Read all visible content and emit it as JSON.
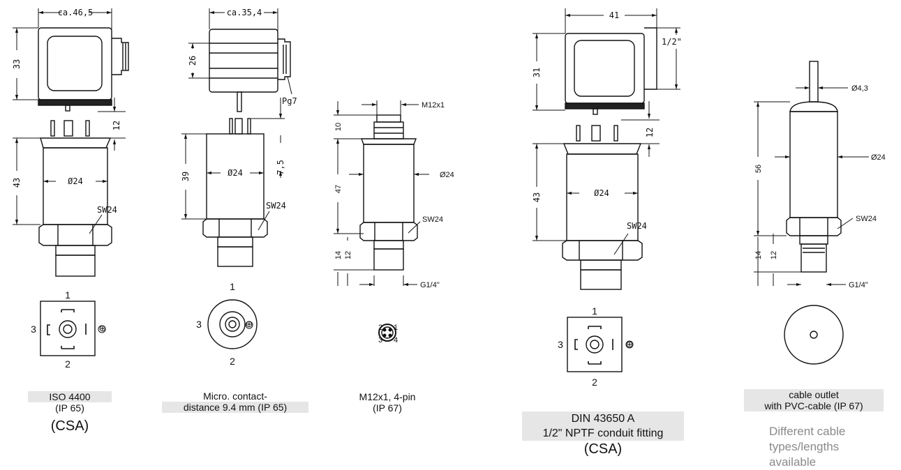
{
  "drawing1": {
    "dim_width": "ca.46,5",
    "dim_height_head": "33",
    "dim_gap": "12",
    "dim_body": "43",
    "diameter": "Ø24",
    "hex": "SW24",
    "pins": [
      "1",
      "2",
      "3",
      "⊕"
    ],
    "caption_line1": "ISO 4400",
    "caption_line2": "(IP 65)",
    "caption_line3": "(CSA)"
  },
  "drawing2": {
    "dim_width": "ca.35,4",
    "dim_height_head": "26",
    "gland": "Pg7",
    "dim_body": "39",
    "dim_gap": "7,5",
    "diameter": "Ø24",
    "hex": "SW24",
    "pins": [
      "1",
      "2",
      "3",
      "⊕"
    ],
    "caption_line1": "Micro. contact-",
    "caption_line2": "distance 9.4 mm (IP 65)"
  },
  "drawing3": {
    "thread_top": "M12x1",
    "dim_top": "10",
    "dim_body": "47",
    "diameter": "Ø24",
    "hex": "SW24",
    "dim_14": "14",
    "dim_12": "12",
    "thread_bottom": "G1/4\"",
    "pins": [
      "1",
      "2",
      "3",
      "4"
    ],
    "caption_line1": "M12x1, 4-pin",
    "caption_line2": "(IP 67)"
  },
  "drawing4": {
    "dim_width": "41",
    "dim_height_head": "31",
    "conduit": "1/2\"",
    "dim_gap": "12",
    "dim_body": "43",
    "diameter": "Ø24",
    "hex": "SW24",
    "pins": [
      "1",
      "2",
      "3",
      "⊕"
    ],
    "caption_line1": "DIN 43650 A",
    "caption_line2": "1/2\" NPTF conduit fitting",
    "caption_line3": "(CSA)"
  },
  "drawing5": {
    "cable_diameter": "Ø4,3",
    "dim_body": "56",
    "diameter": "Ø24",
    "hex": "SW24",
    "dim_14": "14",
    "dim_12": "12",
    "thread_bottom": "G1/4\"",
    "caption_line1": "cable outlet",
    "caption_line2": "with PVC-cable (IP 67)",
    "note_lines": [
      "Different cable",
      "types/lengths",
      "available"
    ]
  }
}
